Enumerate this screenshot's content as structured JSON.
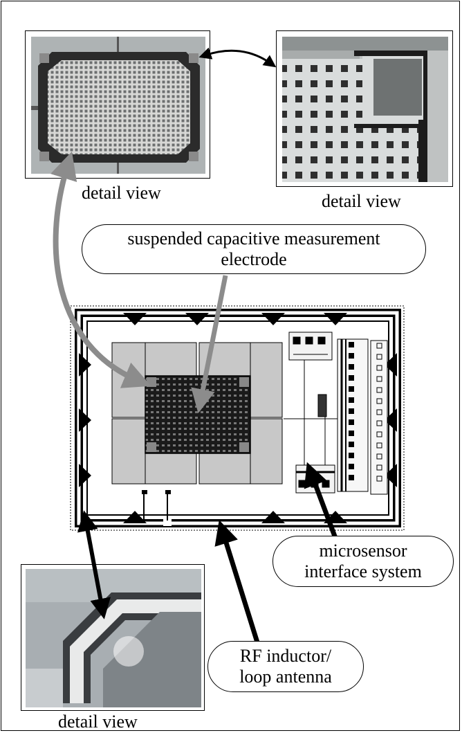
{
  "captions": {
    "top_left": "detail view",
    "top_right": "detail view",
    "bottom_left": "detail view"
  },
  "labels": {
    "electrode_line1": "suspended capacitive measurement",
    "electrode_line2": "electrode",
    "interface_line1": "microsensor",
    "interface_line2": "interface system",
    "antenna_line1": "RF inductor/",
    "antenna_line2": "loop antenna"
  },
  "colors": {
    "arrow_gray": "#8c8c8c",
    "arrow_black": "#000000",
    "pad_gray": "#c8c8c8",
    "photo_bg": "#b4b8ba"
  }
}
